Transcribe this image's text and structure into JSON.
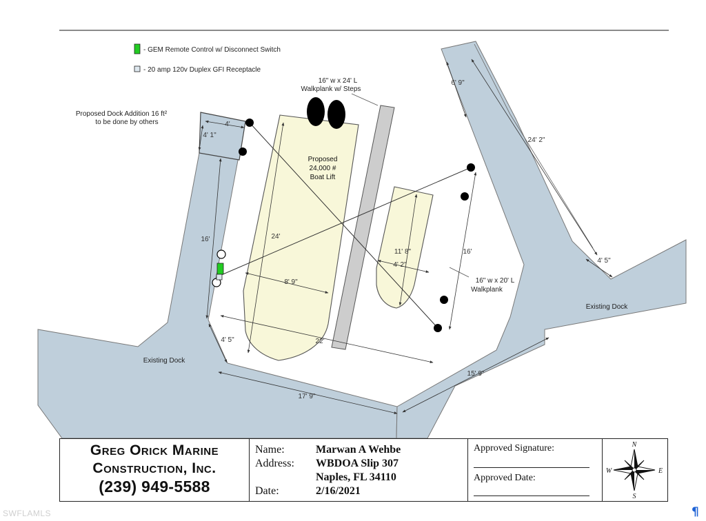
{
  "legend": {
    "remote_control": "- GEM Remote Control w/ Disconnect Switch",
    "receptacle": "- 20 amp 120v Duplex GFI Receptacle"
  },
  "labels": {
    "walkplank_top": [
      "16\" w x 24' L",
      "Walkplank w/ Steps"
    ],
    "dock_addition": [
      "Proposed Dock Addition 16 ft²",
      "to be done by others"
    ],
    "boat_lift": [
      "Proposed",
      "24,000 #",
      "Boat Lift"
    ],
    "walkplank_right": [
      "16\" w x 20' L",
      "Walkplank"
    ],
    "existing_dock_left": "Existing Dock",
    "existing_dock_right": "Existing Dock"
  },
  "dimensions": {
    "addition_width": "4'",
    "addition_length": "4' 1\"",
    "left_dock": "16'",
    "boat_length": "24'",
    "boat_beam": "8' 9\"",
    "small_boat_length": "11' 8\"",
    "small_boat_beam": "4' 2\"",
    "right_span": "16'",
    "corner_left": "4' 5\"",
    "width_22": "22'",
    "bottom_left": "17' 9\"",
    "bottom_right": "15' 9\"",
    "top_right_short": "6' 9\"",
    "top_right_long": "24' 2\"",
    "corner_right": "4' 5\""
  },
  "title_block": {
    "company": [
      "Greg Orick Marine",
      "Construction, Inc.",
      "(239) 949-5588"
    ],
    "name_label": "Name:",
    "name": "Marwan A Wehbe",
    "address_label": "Address:",
    "address_line1": "WBDOA Slip 307",
    "address_line2": "Naples, FL  34110",
    "date_label": "Date:",
    "date": "2/16/2021",
    "approved_signature_label": "Approved Signature:",
    "approved_date_label": "Approved Date:"
  },
  "compass": {
    "n": "N",
    "s": "S",
    "e": "E",
    "w": "W"
  },
  "watermark": "SWFLAMLS",
  "colors": {
    "dock": "#bfcfdb",
    "boat": "#f8f7d9",
    "plank": "#cdcdcd",
    "remote": "#22cc22",
    "outline": "#444444"
  }
}
